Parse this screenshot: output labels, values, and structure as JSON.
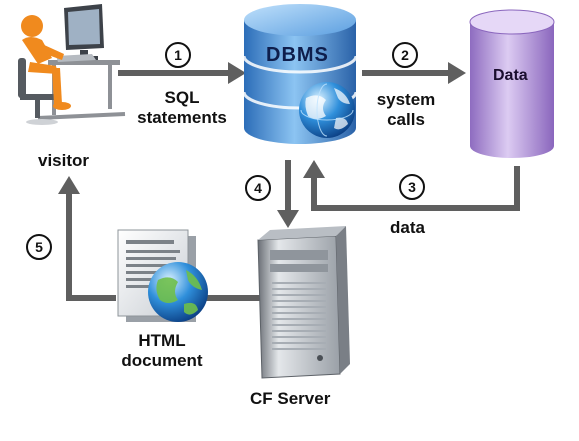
{
  "labels": {
    "visitor": "visitor",
    "sql_line1": "SQL",
    "sql_line2": "statements",
    "dbms": "DBMS",
    "system_line1": "system",
    "system_line2": "calls",
    "data_store": "Data",
    "data_flow": "data",
    "html_line1": "HTML",
    "html_line2": "document",
    "cf_server": "CF Server"
  },
  "steps": [
    "1",
    "2",
    "3",
    "4",
    "5"
  ],
  "colors": {
    "arrow": "#5f5f5f",
    "dbms": "#3f87d4",
    "data_cylinder": "#b59ad9",
    "visitor": "#f08a1e",
    "server": "#cfd3d8"
  }
}
